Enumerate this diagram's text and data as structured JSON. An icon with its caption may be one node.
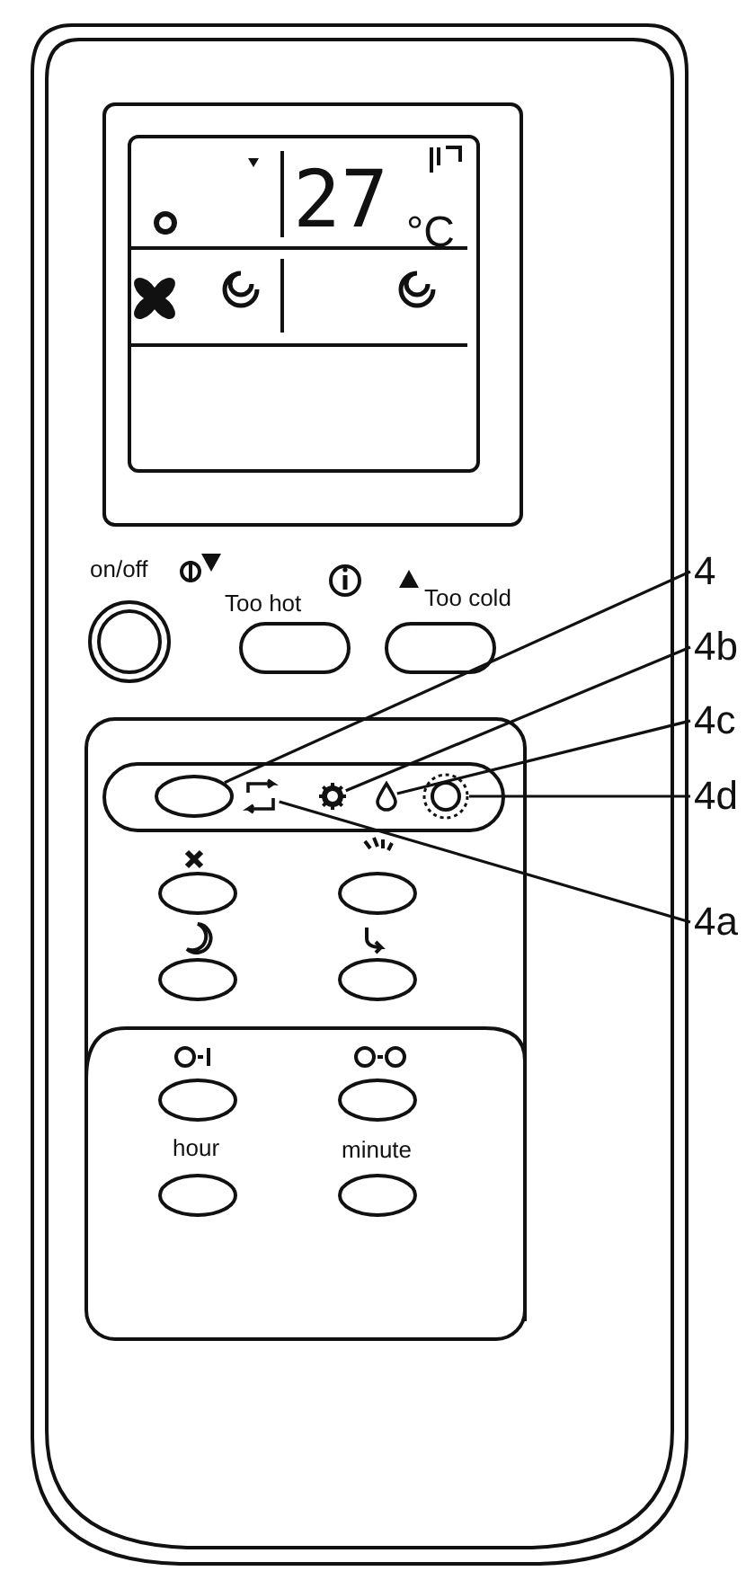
{
  "diagram": {
    "nodes": [
      {
        "text": [
          "4"
        ]
      },
      {
        "text": [
          "4b"
        ]
      },
      {
        "text": [
          "4c"
        ]
      },
      {
        "text": [
          "4d"
        ]
      },
      {
        "text": [
          "4a"
        ]
      },
      {
        "text": [],
        "shape": "button"
      },
      {
        "text": [],
        "shape": "arrows"
      },
      {
        "text": [],
        "shape": "sun"
      },
      {
        "text": [],
        "shape": "drop"
      },
      {
        "text": [],
        "shape": "circle"
      },
      {
        "text": [],
        "shape": "button"
      },
      {
        "text": [],
        "shape": "button"
      },
      {
        "text": [],
        "shape": "button"
      },
      {
        "text": [],
        "shape": "button"
      },
      {
        "text": [],
        "shape": "button"
      },
      {
        "text": [],
        "shape": "button"
      },
      {
        "text": [],
        "shape": "button"
      },
      {
        "text": [],
        "shape": "button"
      }
    ],
    "edges": [
      {
        "from": 0,
        "to": 5,
        "arrow": "none"
      },
      {
        "from": 1,
        "to": 7,
        "arrow": "none"
      },
      {
        "from": 2,
        "to": 8,
        "arrow": "none"
      },
      {
        "from": 3,
        "to": 9,
        "arrow": "none"
      },
      {
        "from": 4,
        "to": 6,
        "arrow": "none"
      }
    ],
    "labels": [
      "27",
      "°C",
      "on/off",
      "Too hot",
      "Too cold",
      "hour",
      "minute"
    ]
  }
}
